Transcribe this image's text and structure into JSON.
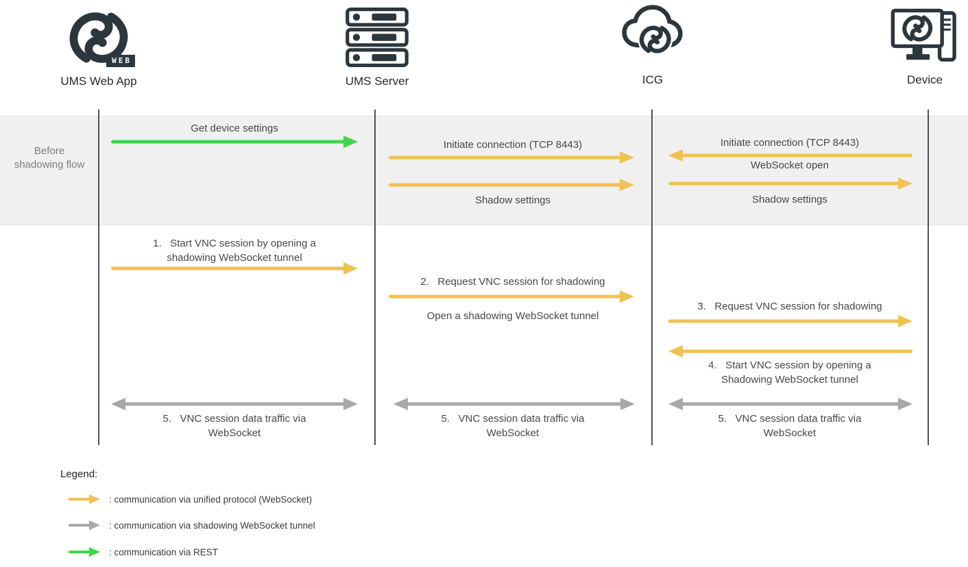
{
  "actors": [
    {
      "name": "UMS Web App",
      "badge": "WEB"
    },
    {
      "name": "UMS Server"
    },
    {
      "name": "ICG"
    },
    {
      "name": "Device"
    }
  ],
  "band": {
    "label": "Before shadowing flow"
  },
  "messages": {
    "get_device_settings": "Get device settings",
    "initiate_connection": "Initiate connection (TCP 8443)",
    "websocket_open": "WebSocket open",
    "shadow_settings": "Shadow settings",
    "step1_line1": "1.   Start VNC session by opening a",
    "step1_line2": "shadowing WebSocket tunnel",
    "step2": "2.   Request VNC session for shadowing",
    "step2_sub": "Open a shadowing WebSocket tunnel",
    "step3": "3.   Request VNC session for shadowing",
    "step4_line1": "4.   Start VNC session by opening a",
    "step4_line2": "Shadowing WebSocket tunnel",
    "step5_line1": "5.   VNC session data traffic via",
    "step5_line2": "WebSocket"
  },
  "legend": {
    "title": "Legend:",
    "items": [
      {
        "type": "unified-protocol-websocket",
        "color": "#f1c250",
        "label": ": communication via unified protocol (WebSocket)"
      },
      {
        "type": "shadowing-websocket-tunnel",
        "color": "#a8a8a8",
        "label": ": communication via shadowing WebSocket tunnel"
      },
      {
        "type": "rest",
        "color": "#3fd64c",
        "label": ": communication via REST"
      }
    ]
  },
  "colors": {
    "arrow_unified_yellow": "#f1c250",
    "arrow_tunnel_gray": "#a8a8a8",
    "arrow_rest_green": "#3fd64c",
    "icon_dark": "#2c363d",
    "band_background": "#f0f0f0"
  }
}
